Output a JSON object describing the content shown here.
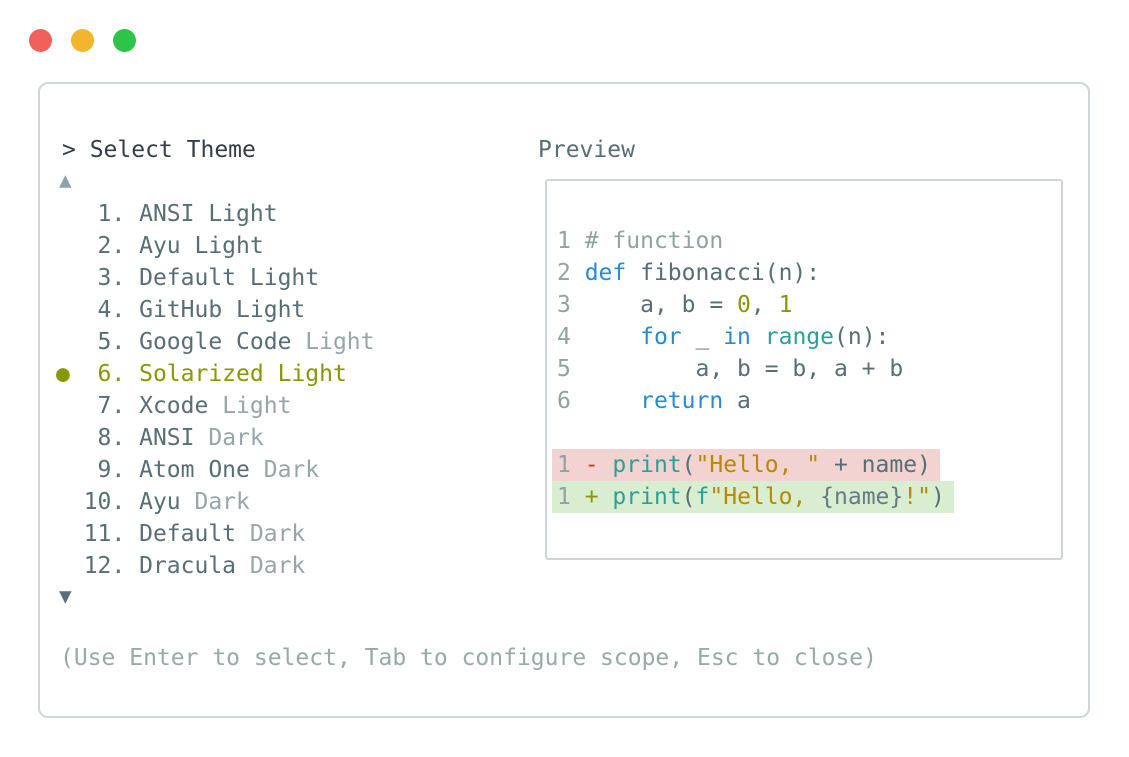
{
  "palette": {
    "bg": "#ffffff",
    "panel_border": "#ced7da",
    "preview_border": "#ccd5d8",
    "prompt_text": "#333e45",
    "list_text": "#586e75",
    "dim_text": "#96a5a8",
    "selected": "#859900",
    "hint_text": "#98a9a7",
    "arrow_up": "#90a2a9",
    "arrow_down": "#5a6f77",
    "line_number": "#93a1a1",
    "comment": "#93a1a1",
    "keyword": "#268bd2",
    "function": "#2aa198",
    "string": "#b58900",
    "number": "#859900",
    "red": "#dc322f",
    "interp": "#657b83",
    "code_text": "#586e75",
    "diff_removed_bg": "#f3d3d1",
    "diff_added_bg": "#d9edd1",
    "light_red": "#f2605c",
    "light_yellow": "#f4b52e",
    "light_green": "#2ec449"
  },
  "window": {
    "controls": [
      "close",
      "minimize",
      "zoom"
    ]
  },
  "selector": {
    "prompt": "> Select Theme",
    "scroll_up_icon": "▲",
    "scroll_down_icon": "▼",
    "selected_marker": "●",
    "themes": [
      {
        "number": "1",
        "name": "ANSI Light",
        "dim": ""
      },
      {
        "number": "2",
        "name": "Ayu Light",
        "dim": ""
      },
      {
        "number": "3",
        "name": "Default Light",
        "dim": ""
      },
      {
        "number": "4",
        "name": "GitHub Light",
        "dim": ""
      },
      {
        "number": "5",
        "name": "Google Code",
        "dim": "Light"
      },
      {
        "number": "6",
        "name": "Solarized Light",
        "dim": "",
        "selected": true
      },
      {
        "number": "7",
        "name": "Xcode",
        "dim": "Light"
      },
      {
        "number": "8",
        "name": "ANSI",
        "dim": "Dark"
      },
      {
        "number": "9",
        "name": "Atom One",
        "dim": "Dark"
      },
      {
        "number": "10",
        "name": "Ayu",
        "dim": "Dark"
      },
      {
        "number": "11",
        "name": "Default",
        "dim": "Dark"
      },
      {
        "number": "12",
        "name": "Dracula",
        "dim": "Dark"
      }
    ],
    "hint": "(Use Enter to select, Tab to configure scope, Esc to close)"
  },
  "preview": {
    "label": "Preview",
    "code_lines": [
      {
        "tokens": [
          {
            "t": "1 ",
            "c": "lnum"
          },
          {
            "t": "# function",
            "c": "comment"
          }
        ]
      },
      {
        "tokens": [
          {
            "t": "2 ",
            "c": "lnum"
          },
          {
            "t": "def",
            "c": "kw"
          },
          {
            "t": " fibonacci(n):",
            "c": "code"
          }
        ]
      },
      {
        "tokens": [
          {
            "t": "3 ",
            "c": "lnum"
          },
          {
            "t": "    a, b = ",
            "c": "code"
          },
          {
            "t": "0",
            "c": "green"
          },
          {
            "t": ", ",
            "c": "code"
          },
          {
            "t": "1",
            "c": "green"
          }
        ]
      },
      {
        "tokens": [
          {
            "t": "4 ",
            "c": "lnum"
          },
          {
            "t": "    ",
            "c": "code"
          },
          {
            "t": "for",
            "c": "kw"
          },
          {
            "t": " _ ",
            "c": "code"
          },
          {
            "t": "in",
            "c": "kw"
          },
          {
            "t": " ",
            "c": "code"
          },
          {
            "t": "range",
            "c": "fn"
          },
          {
            "t": "(n):",
            "c": "code"
          }
        ]
      },
      {
        "tokens": [
          {
            "t": "5 ",
            "c": "lnum"
          },
          {
            "t": "        a, b = b, a + b",
            "c": "code"
          }
        ]
      },
      {
        "tokens": [
          {
            "t": "6 ",
            "c": "lnum"
          },
          {
            "t": "    ",
            "c": "code"
          },
          {
            "t": "return",
            "c": "kw"
          },
          {
            "t": " a",
            "c": "code"
          }
        ]
      },
      {
        "tokens": []
      },
      {
        "diff": "removed",
        "tokens": [
          {
            "t": "1 ",
            "c": "lnum"
          },
          {
            "t": "- ",
            "c": "red"
          },
          {
            "t": "print",
            "c": "fn"
          },
          {
            "t": "(",
            "c": "code"
          },
          {
            "t": "\"Hello, \"",
            "c": "str"
          },
          {
            "t": " + name)",
            "c": "code"
          }
        ]
      },
      {
        "diff": "added",
        "tokens": [
          {
            "t": "1 ",
            "c": "lnum"
          },
          {
            "t": "+ ",
            "c": "green"
          },
          {
            "t": "print",
            "c": "fn"
          },
          {
            "t": "(",
            "c": "code"
          },
          {
            "t": "f",
            "c": "fn"
          },
          {
            "t": "\"Hello, ",
            "c": "str"
          },
          {
            "t": "{name}",
            "c": "interp"
          },
          {
            "t": "!\"",
            "c": "str"
          },
          {
            "t": ")",
            "c": "code"
          }
        ]
      }
    ]
  }
}
